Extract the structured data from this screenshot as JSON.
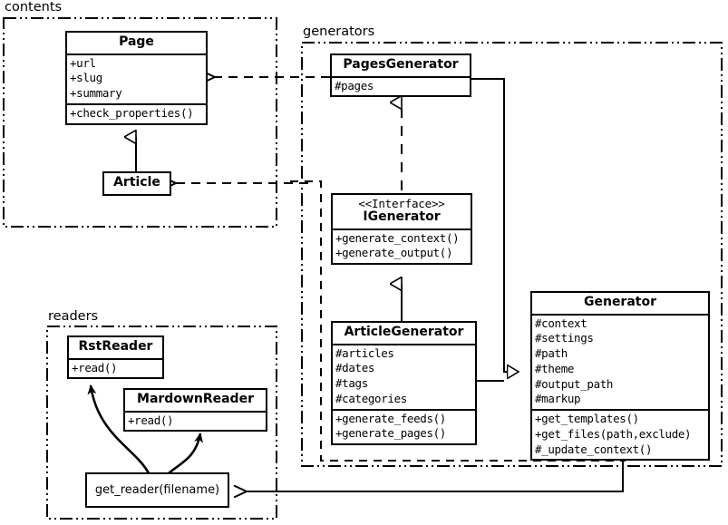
{
  "diagram": {
    "title": "Pelican UML class diagram",
    "type": "uml-class-diagram",
    "stroke_color": "#000000",
    "background_color": "#ffffff"
  },
  "packages": [
    {
      "id": "contents",
      "label": "contents"
    },
    {
      "id": "generators",
      "label": "generators"
    },
    {
      "id": "readers",
      "label": "readers"
    }
  ],
  "classes": {
    "page": {
      "name": "Page",
      "attributes": [
        "+url",
        "+slug",
        "+summary"
      ],
      "methods": [
        "+check_properties()"
      ]
    },
    "article": {
      "name": "Article",
      "attributes": [],
      "methods": []
    },
    "pages_generator": {
      "name": "PagesGenerator",
      "attributes": [
        "#pages"
      ],
      "methods": []
    },
    "igenerator": {
      "stereotype": "<<Interface>>",
      "name": "IGenerator",
      "attributes": [],
      "methods": [
        "+generate_context()",
        "+generate_output()"
      ]
    },
    "article_generator": {
      "name": "ArticleGenerator",
      "attributes": [
        "#articles",
        "#dates",
        "#tags",
        "#categories"
      ],
      "methods": [
        "+generate_feeds()",
        "+generate_pages()"
      ]
    },
    "generator": {
      "name": "Generator",
      "attributes": [
        "#context",
        "#settings",
        "#path",
        "#theme",
        "#output_path",
        "#markup"
      ],
      "methods": [
        "+get_templates()",
        "+get_files(path,exclude)",
        "#_update_context()"
      ]
    },
    "rst_reader": {
      "name": "RstReader",
      "methods": [
        "+read()"
      ]
    },
    "mardown_reader": {
      "name": "MardownReader",
      "methods": [
        "+read()"
      ]
    },
    "get_reader": {
      "name": "get_reader(filename)"
    }
  },
  "relationships": [
    {
      "from": "pages_generator",
      "to": "page",
      "kind": "dependency",
      "style": "dashed-open-arrow"
    },
    {
      "from": "article_generator",
      "to": "article",
      "kind": "dependency",
      "style": "dashed-open-arrow"
    },
    {
      "from": "pages_generator",
      "to": "igenerator",
      "kind": "realization",
      "style": "dashed-hollow-triangle"
    },
    {
      "from": "article_generator",
      "to": "igenerator",
      "kind": "realization",
      "style": "solid-hollow-triangle"
    },
    {
      "from": "article",
      "to": "page",
      "kind": "inheritance",
      "style": "solid-hollow-triangle"
    },
    {
      "from": "pages_generator",
      "to": "generator",
      "kind": "inheritance",
      "style": "solid-hollow-triangle"
    },
    {
      "from": "article_generator",
      "to": "generator",
      "kind": "inheritance",
      "style": "solid-hollow-triangle"
    },
    {
      "from": "generator",
      "to": "get_reader",
      "kind": "dependency",
      "style": "dashed-open-arrow"
    },
    {
      "from": "get_reader",
      "to": "rst_reader",
      "kind": "creates",
      "style": "curved-solid-arrow"
    },
    {
      "from": "get_reader",
      "to": "mardown_reader",
      "kind": "creates",
      "style": "curved-solid-arrow"
    }
  ]
}
